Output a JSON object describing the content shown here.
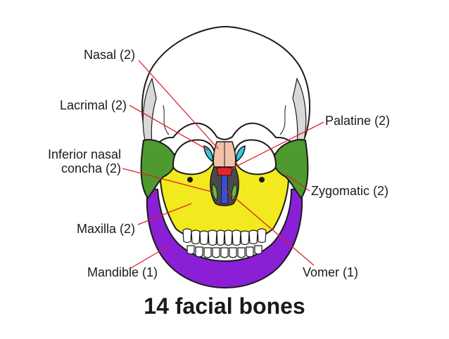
{
  "title": "14 facial bones",
  "labels": {
    "nasal": "Nasal (2)",
    "lacrimal": "Lacrimal (2)",
    "inferior_nasal_line1": "Inferior nasal",
    "inferior_nasal_line2": "concha (2)",
    "maxilla": "Maxilla (2)",
    "mandible": "Mandible (1)",
    "palatine": "Palatine (2)",
    "zygomatic": "Zygomatic (2)",
    "vomer": "Vomer (1)"
  },
  "colors": {
    "nasal": "#f2c2a8",
    "lacrimal": "#36c6e0",
    "inferior_nasal_concha": "#5fbf3f",
    "maxilla": "#f2ea1e",
    "mandible": "#8a1fd6",
    "palatine": "#e8242a",
    "zygomatic": "#4e9a2e",
    "vomer": "#3a4ed8",
    "skull": "#ffffff",
    "outline": "#1a1a1a",
    "leader_line": "#e0202a"
  }
}
